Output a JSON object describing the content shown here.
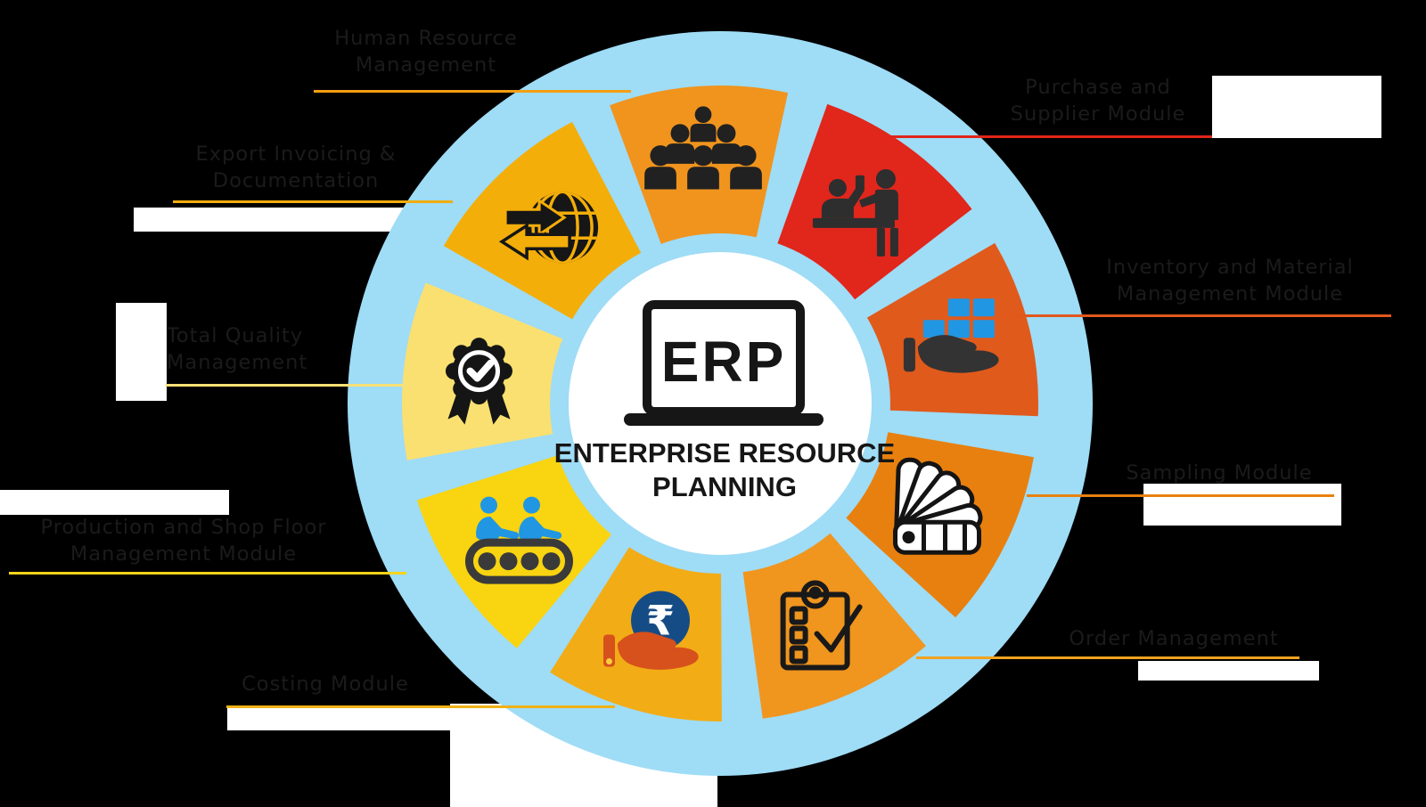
{
  "wheel": {
    "ring_color": "#9FDCF6",
    "hub_color": "#FFFFFF",
    "center": {
      "acronym": "ERP",
      "title": "ENTERPRISE RESOURCE\nPLANNING"
    }
  },
  "label_text_color": "#1B1B1B",
  "icons": {
    "rupee_symbol": "₹"
  },
  "icon_accent_colors": {
    "dark": "#212121",
    "blue": "#2196E3",
    "coin_navy": "#164C85",
    "hand_orange": "#D7511C",
    "white": "#FFFFFF"
  },
  "modules": [
    {
      "id": "human-resource-management",
      "label": "Human Resource\nManagement",
      "segment_color": "#F0941E",
      "line_color": "#F59E12",
      "icon": "people-group-icon"
    },
    {
      "id": "purchase-supplier-module",
      "label": "Purchase and\nSupplier Module",
      "segment_color": "#E1261C",
      "line_color": "#E0251A",
      "icon": "reception-desk-icon"
    },
    {
      "id": "inventory-material-management-module",
      "label": "Inventory and Material\nManagement Module",
      "segment_color": "#E05A1C",
      "line_color": "#E2571B",
      "icon": "hand-with-boxes-icon"
    },
    {
      "id": "sampling-module",
      "label": "Sampling Module",
      "segment_color": "#E8800F",
      "line_color": "#E88110",
      "icon": "swatch-fan-icon"
    },
    {
      "id": "order-management",
      "label": "Order Management",
      "segment_color": "#F0951E",
      "line_color": "#F2A31F",
      "icon": "checklist-clipboard-icon"
    },
    {
      "id": "costing-module",
      "label": "Costing Module",
      "segment_color": "#F2AC16",
      "line_color": "#EFB216",
      "icon": "hand-with-rupee-coin-icon"
    },
    {
      "id": "production-shop-floor-management-module",
      "label": "Production and Shop Floor\nManagement Module",
      "segment_color": "#F8D411",
      "line_color": "#F6D41A",
      "icon": "conveyor-workers-icon"
    },
    {
      "id": "total-quality-management",
      "label": "Total Quality\nManagement",
      "segment_color": "#FAE070",
      "line_color": "#F8E074",
      "icon": "award-ribbon-icon"
    },
    {
      "id": "export-invoicing-documentation",
      "label": "Export Invoicing &\nDocumentation",
      "segment_color": "#F3AE0A",
      "line_color": "#F2AC0E",
      "icon": "globe-export-icon"
    }
  ]
}
